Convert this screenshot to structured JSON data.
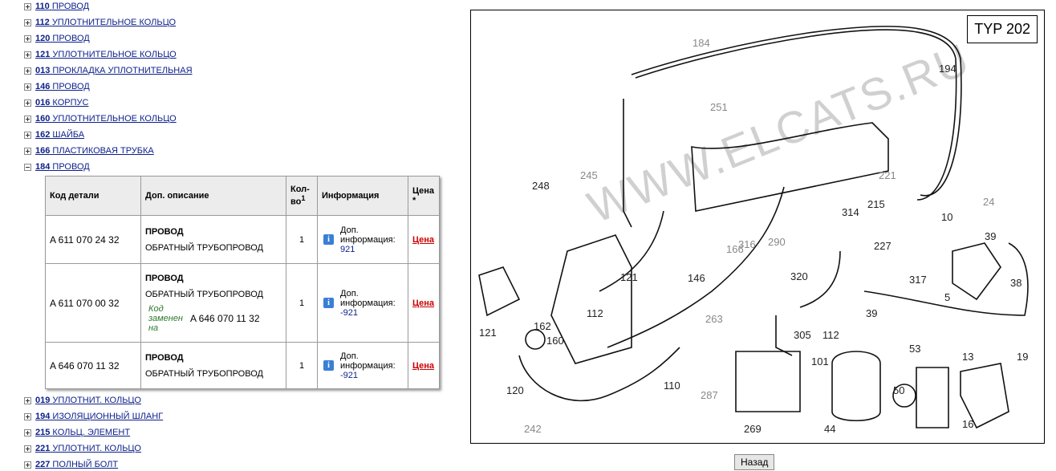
{
  "tree_before": [
    {
      "num": "110",
      "name": "ПРОВОД"
    },
    {
      "num": "112",
      "name": "УПЛОТНИТЕЛЬНОЕ КОЛЬЦО"
    },
    {
      "num": "120",
      "name": "ПРОВОД"
    },
    {
      "num": "121",
      "name": "УПЛОТНИТЕЛЬНОЕ КОЛЬЦО"
    },
    {
      "num": "013",
      "name": "ПРОКЛАДКА УПЛОТНИТЕЛЬНАЯ"
    },
    {
      "num": "146",
      "name": "ПРОВОД"
    },
    {
      "num": "016",
      "name": "КОРПУС"
    },
    {
      "num": "160",
      "name": "УПЛОТНИТЕЛЬНОЕ КОЛЬЦО"
    },
    {
      "num": "162",
      "name": "ШАЙБА"
    },
    {
      "num": "166",
      "name": "ПЛАСТИКОВАЯ ТРУБКА"
    },
    {
      "num": "184",
      "name": "ПРОВОД"
    }
  ],
  "tree_after": [
    {
      "num": "019",
      "name": "УПЛОТНИТ. КОЛЬЦО"
    },
    {
      "num": "194",
      "name": "ИЗОЛЯЦИОННЫЙ ШЛАНГ"
    },
    {
      "num": "215",
      "name": "КОЛЬЦ. ЭЛЕМЕНТ"
    },
    {
      "num": "221",
      "name": "УПЛОТНИТ. КОЛЬЦО"
    },
    {
      "num": "227",
      "name": "ПОЛНЫЙ БОЛТ"
    }
  ],
  "table": {
    "headers": {
      "code": "Код детали",
      "desc": "Доп. описание",
      "qty": "Кол-во",
      "qty_sup": "1",
      "info": "Информация",
      "price": "Цена",
      "price_sup": "*"
    },
    "rows": [
      {
        "code": "A  611 070 24 32",
        "title": "ПРОВОД",
        "desc": "ОБРАТНЫЙ ТРУБОПРОВОД",
        "qty": "1",
        "info_label": "Доп. информация:",
        "info_val": "921",
        "price": "Цена"
      },
      {
        "code": "A  611 070 00 32",
        "title": "ПРОВОД",
        "desc": "ОБРАТНЫЙ ТРУБОПРОВОД",
        "replaced_label": "Код заменен на",
        "replaced_code": "A  646 070 11 32",
        "qty": "1",
        "info_label": "Доп. информация:",
        "info_val": "-921",
        "price": "Цена"
      },
      {
        "code": "A  646 070 11 32",
        "title": "ПРОВОД",
        "desc": "ОБРАТНЫЙ ТРУБОПРОВОД",
        "qty": "1",
        "info_label": "Доп. информация:",
        "info_val": "-921",
        "price": "Цена"
      }
    ]
  },
  "diagram": {
    "typ": "TYP 202",
    "watermark": "WWW.ELCATS.RU",
    "labels": [
      "184",
      "194",
      "251",
      "245",
      "248",
      "221",
      "215",
      "24",
      "10",
      "314",
      "227",
      "39",
      "316",
      "166",
      "290",
      "320",
      "317",
      "38",
      "5",
      "146",
      "263",
      "121",
      "112",
      "162",
      "160",
      "121",
      "110",
      "305",
      "112",
      "39",
      "101",
      "53",
      "13",
      "19",
      "120",
      "287",
      "50",
      "242",
      "269",
      "44",
      "16"
    ],
    "gray_labels": [
      "184",
      "251",
      "245",
      "221",
      "24",
      "166",
      "316",
      "290",
      "263",
      "287",
      "242"
    ]
  },
  "back_button": "Назад",
  "colors": {
    "link": "#0b1f8a",
    "price": "#cc0000",
    "replaced": "#2b7a2b"
  }
}
